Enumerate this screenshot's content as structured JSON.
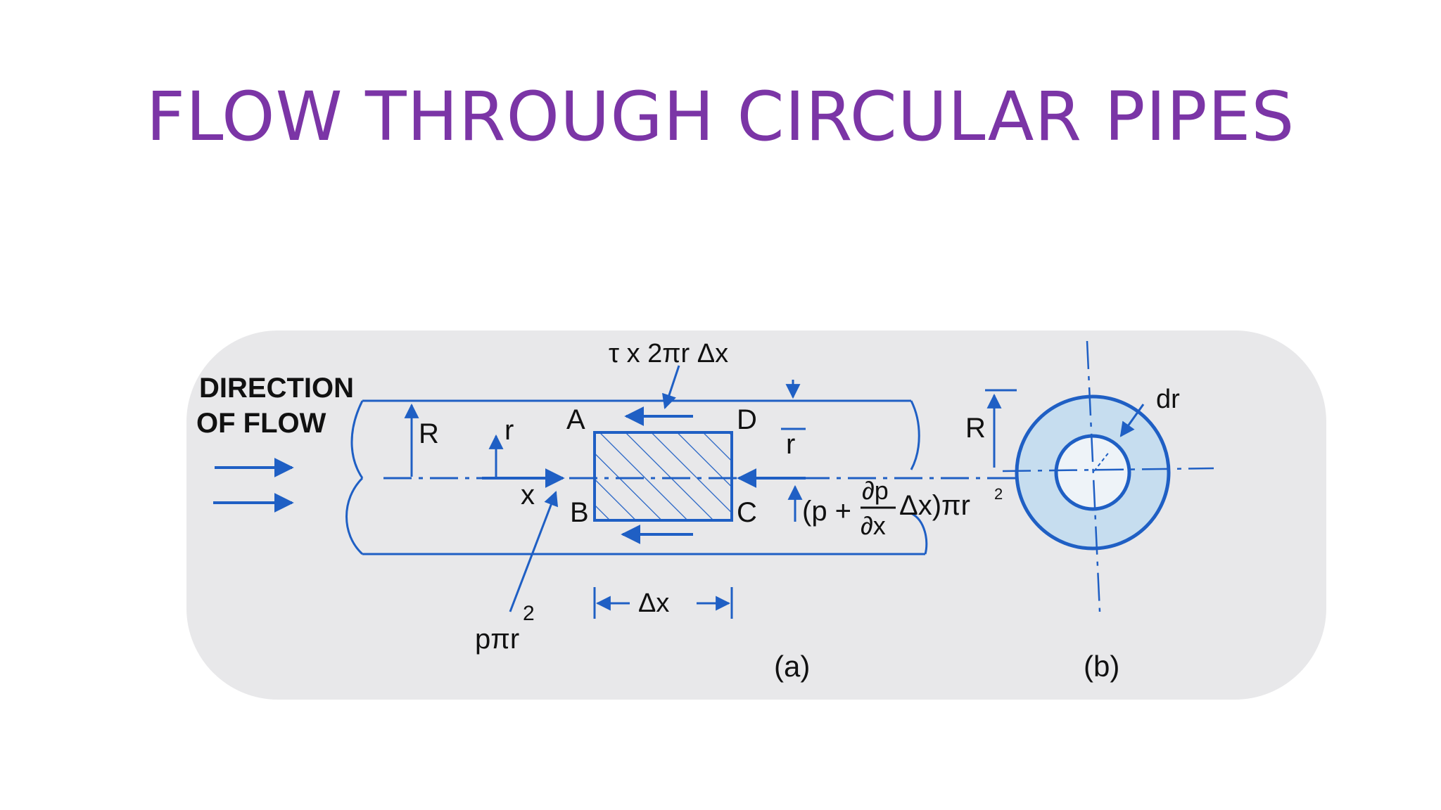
{
  "title": "FLOW THROUGH CIRCULAR PIPES",
  "colors": {
    "title": "#7B35A6",
    "diagram_line": "#1f5fc4",
    "disc_fill": "#c6ddef",
    "panel_bg": "#e8e8ea",
    "text": "#111111"
  },
  "figure": {
    "direction_label_line1": "DIRECTION",
    "direction_label_line2": "OF FLOW",
    "shear_force": "τ x 2πr Δx",
    "label_R": "R",
    "label_r": "r",
    "label_x": "x",
    "corner_A": "A",
    "corner_B": "B",
    "corner_C": "C",
    "corner_D": "D",
    "pressure_left_base": "pπr",
    "pressure_left_exp": "2",
    "pressure_right_open": "(p +",
    "pressure_right_num": "∂p",
    "pressure_right_den": "∂x",
    "pressure_right_close": "Δx)πr",
    "pressure_right_exp": "2",
    "delta_x": "Δx",
    "caption_a": "(a)",
    "section_R": "R",
    "section_dr": "dr",
    "caption_b": "(b)"
  }
}
